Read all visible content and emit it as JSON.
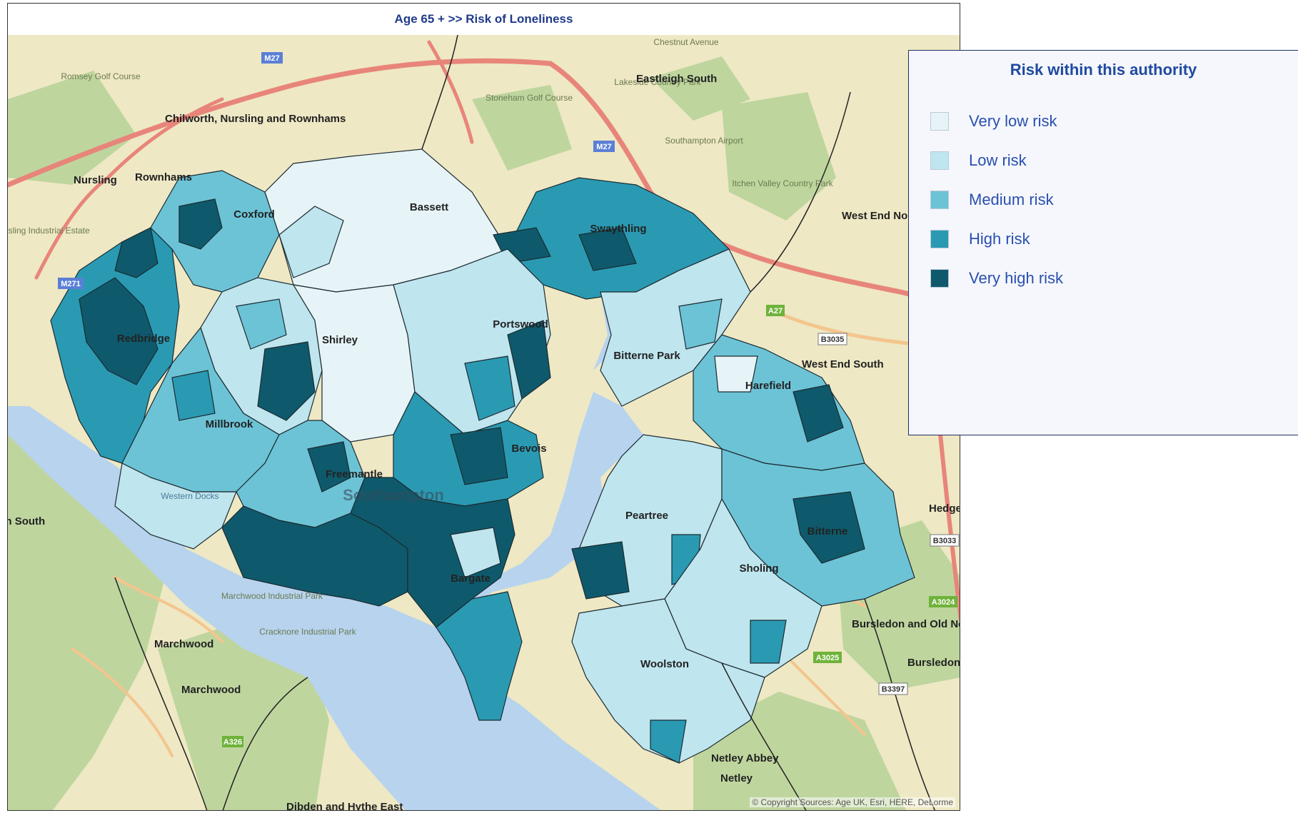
{
  "map": {
    "title": "Age 65 + >>  Risk of Loneliness",
    "copyright": "© Copyright Sources: Age UK, Esri, HERE, DeLorme"
  },
  "legend": {
    "title": "Risk within this authority",
    "items": [
      {
        "label": "Very low risk",
        "color": "#e6f4f7"
      },
      {
        "label": "Low risk",
        "color": "#bfe5ee"
      },
      {
        "label": "Medium risk",
        "color": "#6cc3d6"
      },
      {
        "label": "High risk",
        "color": "#2a9ab3"
      },
      {
        "label": "Very high risk",
        "color": "#0e5a6c"
      }
    ]
  },
  "colors": {
    "land": "#eee8c4",
    "green": "#b9d39a",
    "water": "#b7d3ee",
    "road_major": "#e8857a",
    "road_minor": "#f4c58e"
  },
  "places": {
    "wards": [
      "Coxford",
      "Bassett",
      "Swaythling",
      "Redbridge",
      "Shirley",
      "Portswood",
      "Bitterne Park",
      "Harefield",
      "Millbrook",
      "Freemantle",
      "Bevois",
      "Peartree",
      "Bitterne",
      "Sholing",
      "Bargate",
      "Woolston"
    ],
    "surrounding": [
      "Chilworth, Nursling and Rownhams",
      "Nursling",
      "Rownhams",
      "Eastleigh South",
      "West End North",
      "West End South",
      "Bursledon and Old Netley",
      "Marchwood",
      "Netley Abbey",
      "Netley",
      "Dibden and Hythe East",
      "Hedge End",
      "Bursledon",
      "Totton South"
    ],
    "minor": [
      "Romsey Golf Course",
      "Stoneham Golf Course",
      "Southampton Airport",
      "Itchen Valley Country Park",
      "Nursling Industrial Estate",
      "Marchwood Industrial Park",
      "Cracknore Industrial Park",
      "Western Docks",
      "Southampton",
      "Lakeside Country Park",
      "Chestnut Avenue"
    ],
    "roads": [
      "M27",
      "M271",
      "A27",
      "A326",
      "A3025",
      "A3024",
      "B3035",
      "B3397",
      "B3033"
    ]
  }
}
